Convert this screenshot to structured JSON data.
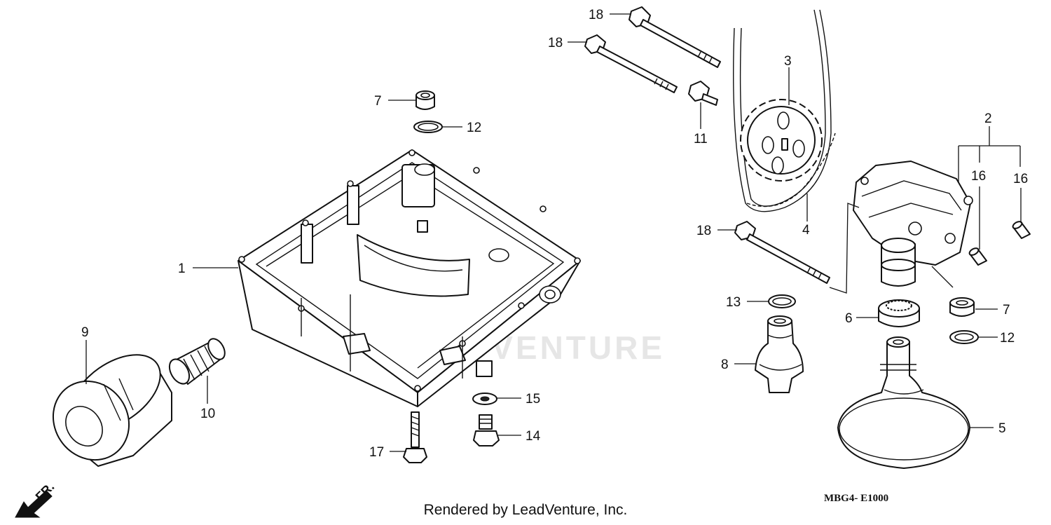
{
  "diagram": {
    "watermark": "LEADVENTURE",
    "footer_credit": "Rendered by LeadVenture, Inc.",
    "diagram_code": "MBG4- E1000",
    "front_indicator": "FR.",
    "callouts": {
      "p1": "1",
      "p2": "2",
      "p3": "3",
      "p4": "4",
      "p5": "5",
      "p6": "6",
      "p7a": "7",
      "p7b": "7",
      "p8": "8",
      "p9": "9",
      "p10": "10",
      "p11": "11",
      "p12a": "12",
      "p12b": "12",
      "p13": "13",
      "p14": "14",
      "p15": "15",
      "p16a": "16",
      "p16b": "16",
      "p17": "17",
      "p18a": "18",
      "p18b": "18",
      "p18c": "18"
    }
  }
}
